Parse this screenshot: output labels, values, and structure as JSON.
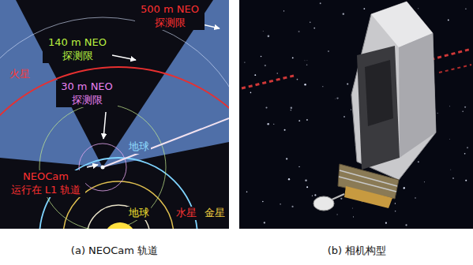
{
  "diagram": {
    "labels": [
      "500 m NEO 探测限",
      "140 m NEO 探测限",
      "火星",
      "30 m NEO 探测限",
      "地球",
      "NEOCam 运行在 L1 轨道",
      "地球",
      "水星",
      "金星",
      "(a) NEOCam 轨道",
      "(b) 相机构型"
    ]
  }
}
